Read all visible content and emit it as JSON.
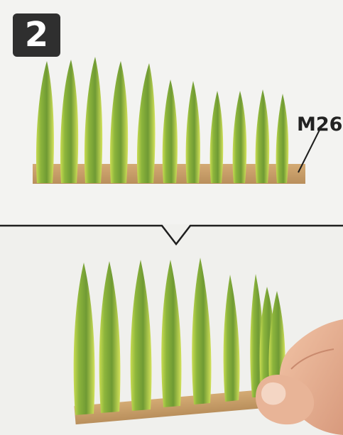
{
  "step": {
    "number": "2"
  },
  "part": {
    "label": "M26"
  },
  "colors": {
    "leaf_green": "#7fa83a",
    "leaf_edge": "#c7d94a",
    "strip_tan": "#c9a06a",
    "divider": "#1e1e1e",
    "badge_bg": "#2f2f2f"
  },
  "illustration": {
    "top_leaves": 11,
    "bottom_leaves_flat": 6,
    "bottom_leaves_folded": 3,
    "hand": "finger-holding-strip"
  }
}
